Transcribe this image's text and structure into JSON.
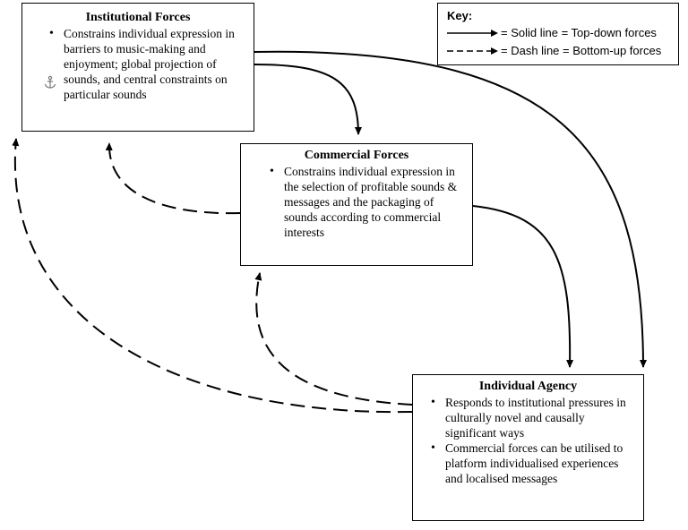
{
  "institutional": {
    "title": "Institutional Forces",
    "points": [
      "Constrains individual expression in barriers to music-making and enjoyment; global projection of sounds, and central constraints on particular sounds"
    ]
  },
  "commercial": {
    "title": "Commercial Forces",
    "points": [
      "Constrains individual expression in the selection of profitable sounds & messages and the packaging of sounds according to commercial interests"
    ]
  },
  "individual": {
    "title": "Individual Agency",
    "points": [
      "Responds to institutional pressures in culturally novel and causally significant ways",
      "Commercial forces can be utilised to platform individualised experiences and localised messages"
    ]
  },
  "key": {
    "title": "Key:",
    "solid": "= Solid line = Top-down forces",
    "dash": "= Dash line = Bottom-up forces"
  },
  "icons": {
    "anchor": "anchor-icon"
  }
}
